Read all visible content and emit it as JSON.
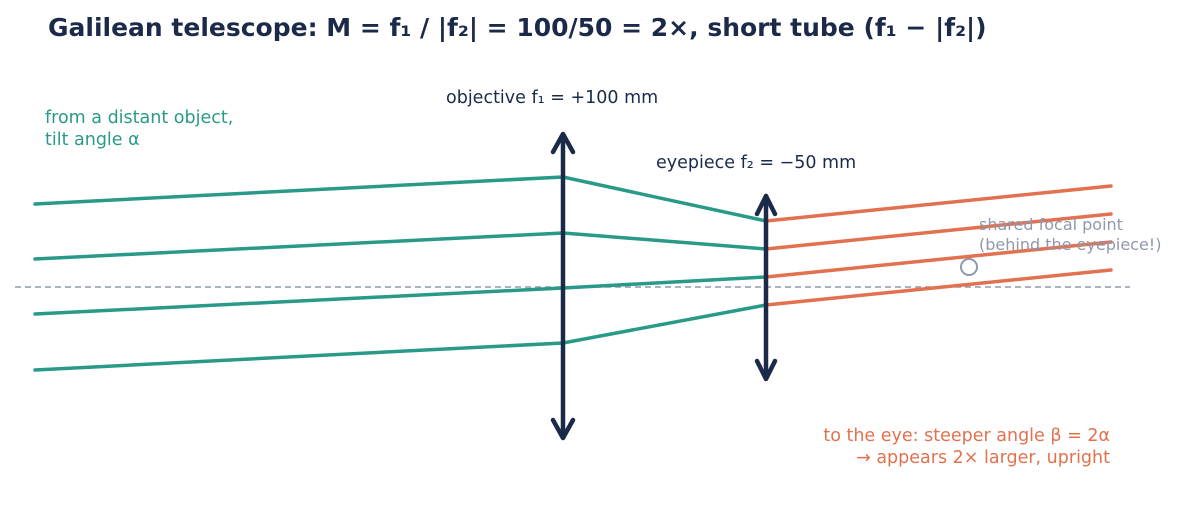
{
  "title": "Galilean telescope:  M = f₁ / |f₂| = 100/50 = 2×,  short tube (f₁ − |f₂|)",
  "labels": {
    "objective": "objective  f₁ = +100 mm",
    "eyepiece": "eyepiece  f₂ = −50 mm",
    "incoming_line1": "from a distant object,",
    "incoming_line2": "tilt angle α",
    "focal_line1": "shared focal point",
    "focal_line2": "(behind the eyepiece!)",
    "eye_line1": "to the eye: steeper angle β = 2α",
    "eye_line2": "→ appears 2× larger, upright"
  },
  "optics": {
    "objective_focal_mm": 100,
    "eyepiece_focal_mm": -50,
    "magnification": 2
  },
  "colors": {
    "dark": "#1c2a4a",
    "incoming": "#2a9a88",
    "outgoing": "#e2714f",
    "axis": "#8f98ad"
  }
}
